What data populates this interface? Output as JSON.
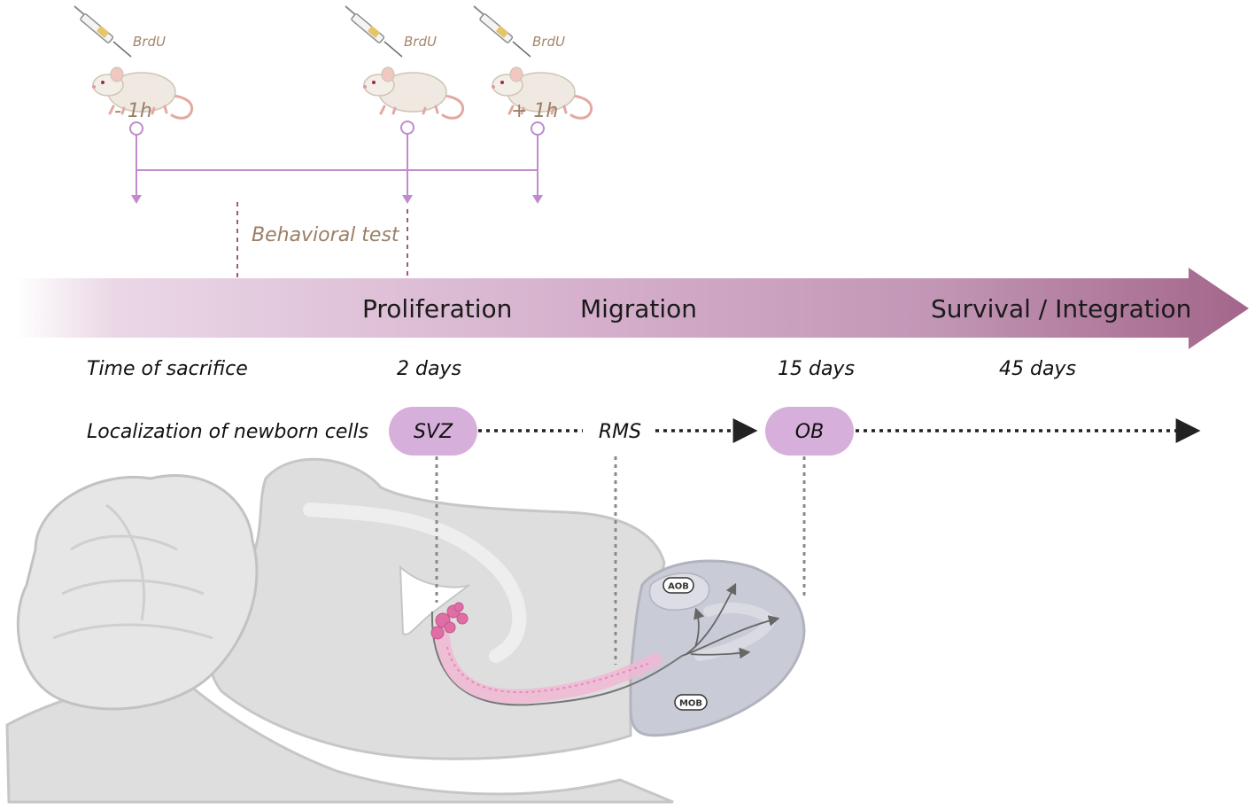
{
  "injections": [
    {
      "label": "BrdU",
      "time": "- 1h"
    },
    {
      "label": "BrdU",
      "time": ""
    },
    {
      "label": "BrdU",
      "time": "+ 1h"
    }
  ],
  "behavioral_test": "Behavioral test",
  "phases": [
    "Proliferation",
    "Migration",
    "Survival / Integration"
  ],
  "sacrifice": {
    "label": "Time of sacrifice",
    "times": [
      "2 days",
      "15 days",
      "45 days"
    ]
  },
  "localization": {
    "label": "Localization of newborn cells",
    "regions": [
      "SVZ",
      "RMS",
      "OB"
    ]
  },
  "brain_labels": {
    "aob": "AOB",
    "mob": "MOB"
  },
  "colors": {
    "accent_purple": "#b98bc4",
    "region_pill": "#d6b0da",
    "arrow_dark": "#a0647f",
    "brain_gray": "#dedede",
    "bulb_gray": "#c9cbd6",
    "label_brown": "#9b7f66"
  }
}
